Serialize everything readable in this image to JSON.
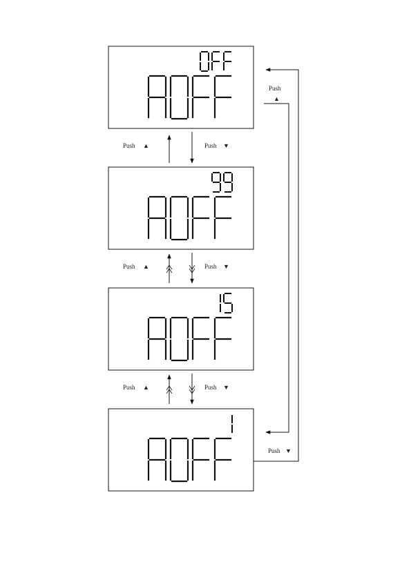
{
  "panels": [
    {
      "name": "panel-off",
      "top": "OFF",
      "main": "AOFF"
    },
    {
      "name": "panel-99",
      "top": "99",
      "main": "AOFF"
    },
    {
      "name": "panel-15",
      "top": "15",
      "main": "AOFF"
    },
    {
      "name": "panel-1",
      "top": "1",
      "main": "AOFF"
    }
  ],
  "push_label": "Push",
  "up_symbol": "▲",
  "down_symbol": "▼"
}
